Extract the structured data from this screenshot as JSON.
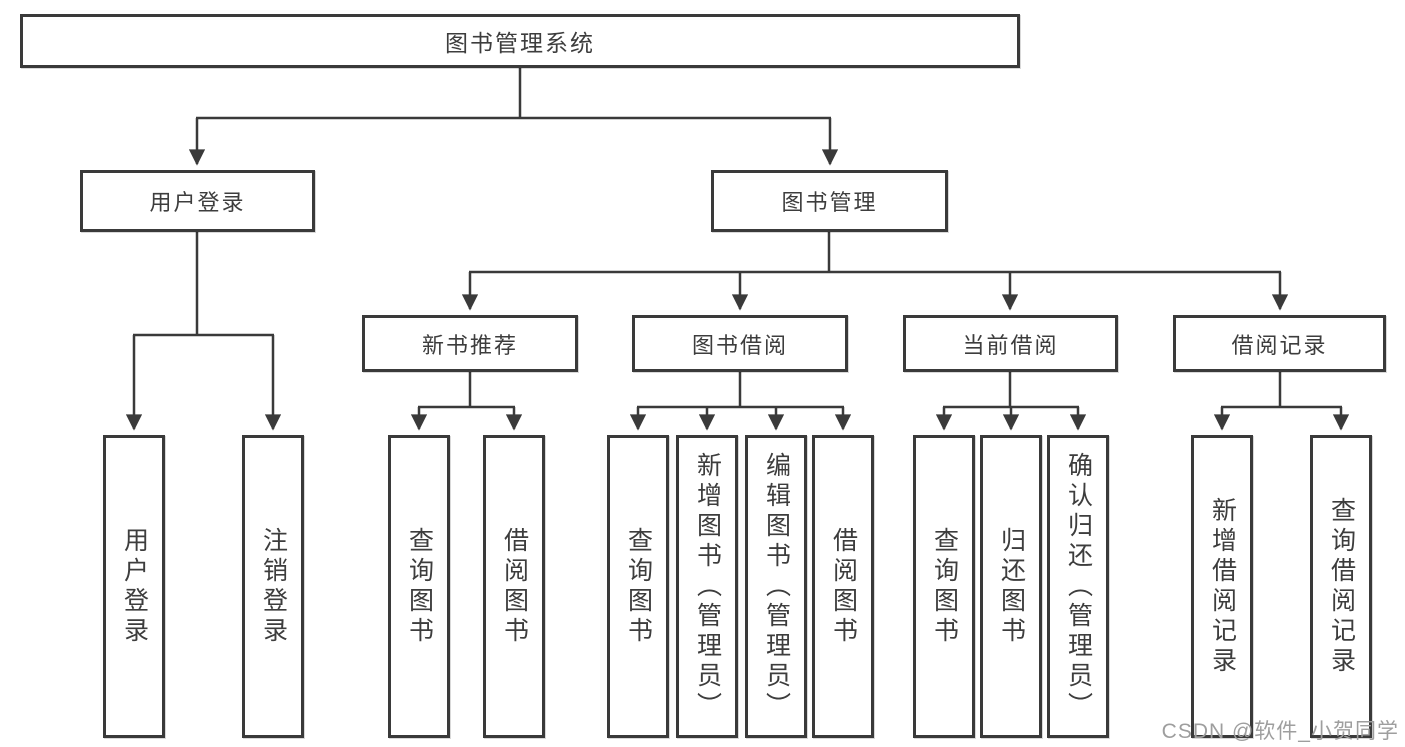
{
  "diagram": {
    "root": {
      "label": "图书管理系统"
    },
    "level2": [
      {
        "label": "用户登录"
      },
      {
        "label": "图书管理"
      }
    ],
    "level3": [
      {
        "label": "新书推荐"
      },
      {
        "label": "图书借阅"
      },
      {
        "label": "当前借阅"
      },
      {
        "label": "借阅记录"
      }
    ],
    "leaves": [
      {
        "label": "用户登录"
      },
      {
        "label": "注销登录"
      },
      {
        "label": "查询图书"
      },
      {
        "label": "借阅图书"
      },
      {
        "label": "查询图书"
      },
      {
        "label": "新增图书（管理员）"
      },
      {
        "label": "编辑图书（管理员）"
      },
      {
        "label": "借阅图书"
      },
      {
        "label": "查询图书"
      },
      {
        "label": "归还图书"
      },
      {
        "label": "确认归还（管理员）"
      },
      {
        "label": "新增借阅记录"
      },
      {
        "label": "查询借阅记录"
      }
    ],
    "colors": {
      "line": "#3a3a3a",
      "text": "#3d3d3d",
      "watermark": "#9e9e9e",
      "background": "#ffffff"
    },
    "watermark": "CSDN @软件_小贺同学"
  }
}
